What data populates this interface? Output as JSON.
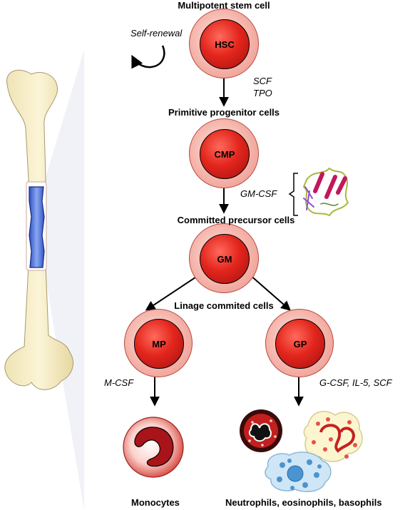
{
  "titles": {
    "stem": "Multipotent stem cell",
    "primitive": "Primitive progenitor cells",
    "committed": "Committed precursor cells",
    "lineage": "Linage commited cells"
  },
  "self_renewal": "Self-renewal",
  "factors": {
    "scf": "SCF",
    "tpo": "TPO",
    "gm_csf": "GM-CSF",
    "m_csf": "M-CSF",
    "g_csf": "G-CSF, IL-5, SCF"
  },
  "cells": {
    "hsc": "HSC",
    "cmp": "CMP",
    "gm": "GM",
    "mp": "MP",
    "gp": "GP"
  },
  "outputs": {
    "monocytes": "Monocytes",
    "granulocytes": "Neutrophils, eosinophils, basophils"
  }
}
